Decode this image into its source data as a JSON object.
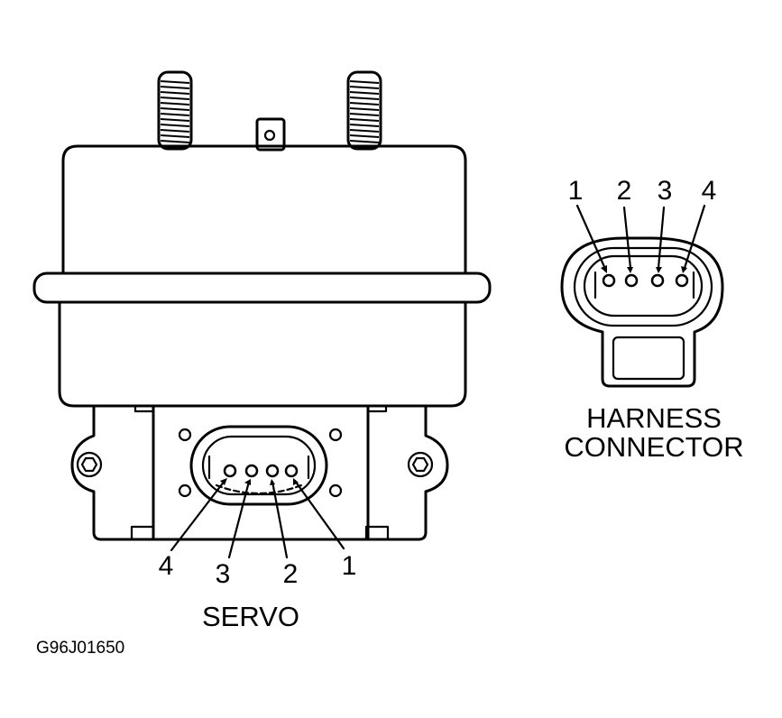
{
  "servo": {
    "caption": "SERVO",
    "pins": [
      {
        "number": "4"
      },
      {
        "number": "3"
      },
      {
        "number": "2"
      },
      {
        "number": "1"
      }
    ]
  },
  "harness": {
    "caption_line1": "HARNESS",
    "caption_line2": "CONNECTOR",
    "pins": [
      {
        "number": "1"
      },
      {
        "number": "2"
      },
      {
        "number": "3"
      },
      {
        "number": "4"
      }
    ]
  },
  "figure_id": "G96J01650",
  "colors": {
    "line": "#000000",
    "background": "#ffffff"
  }
}
